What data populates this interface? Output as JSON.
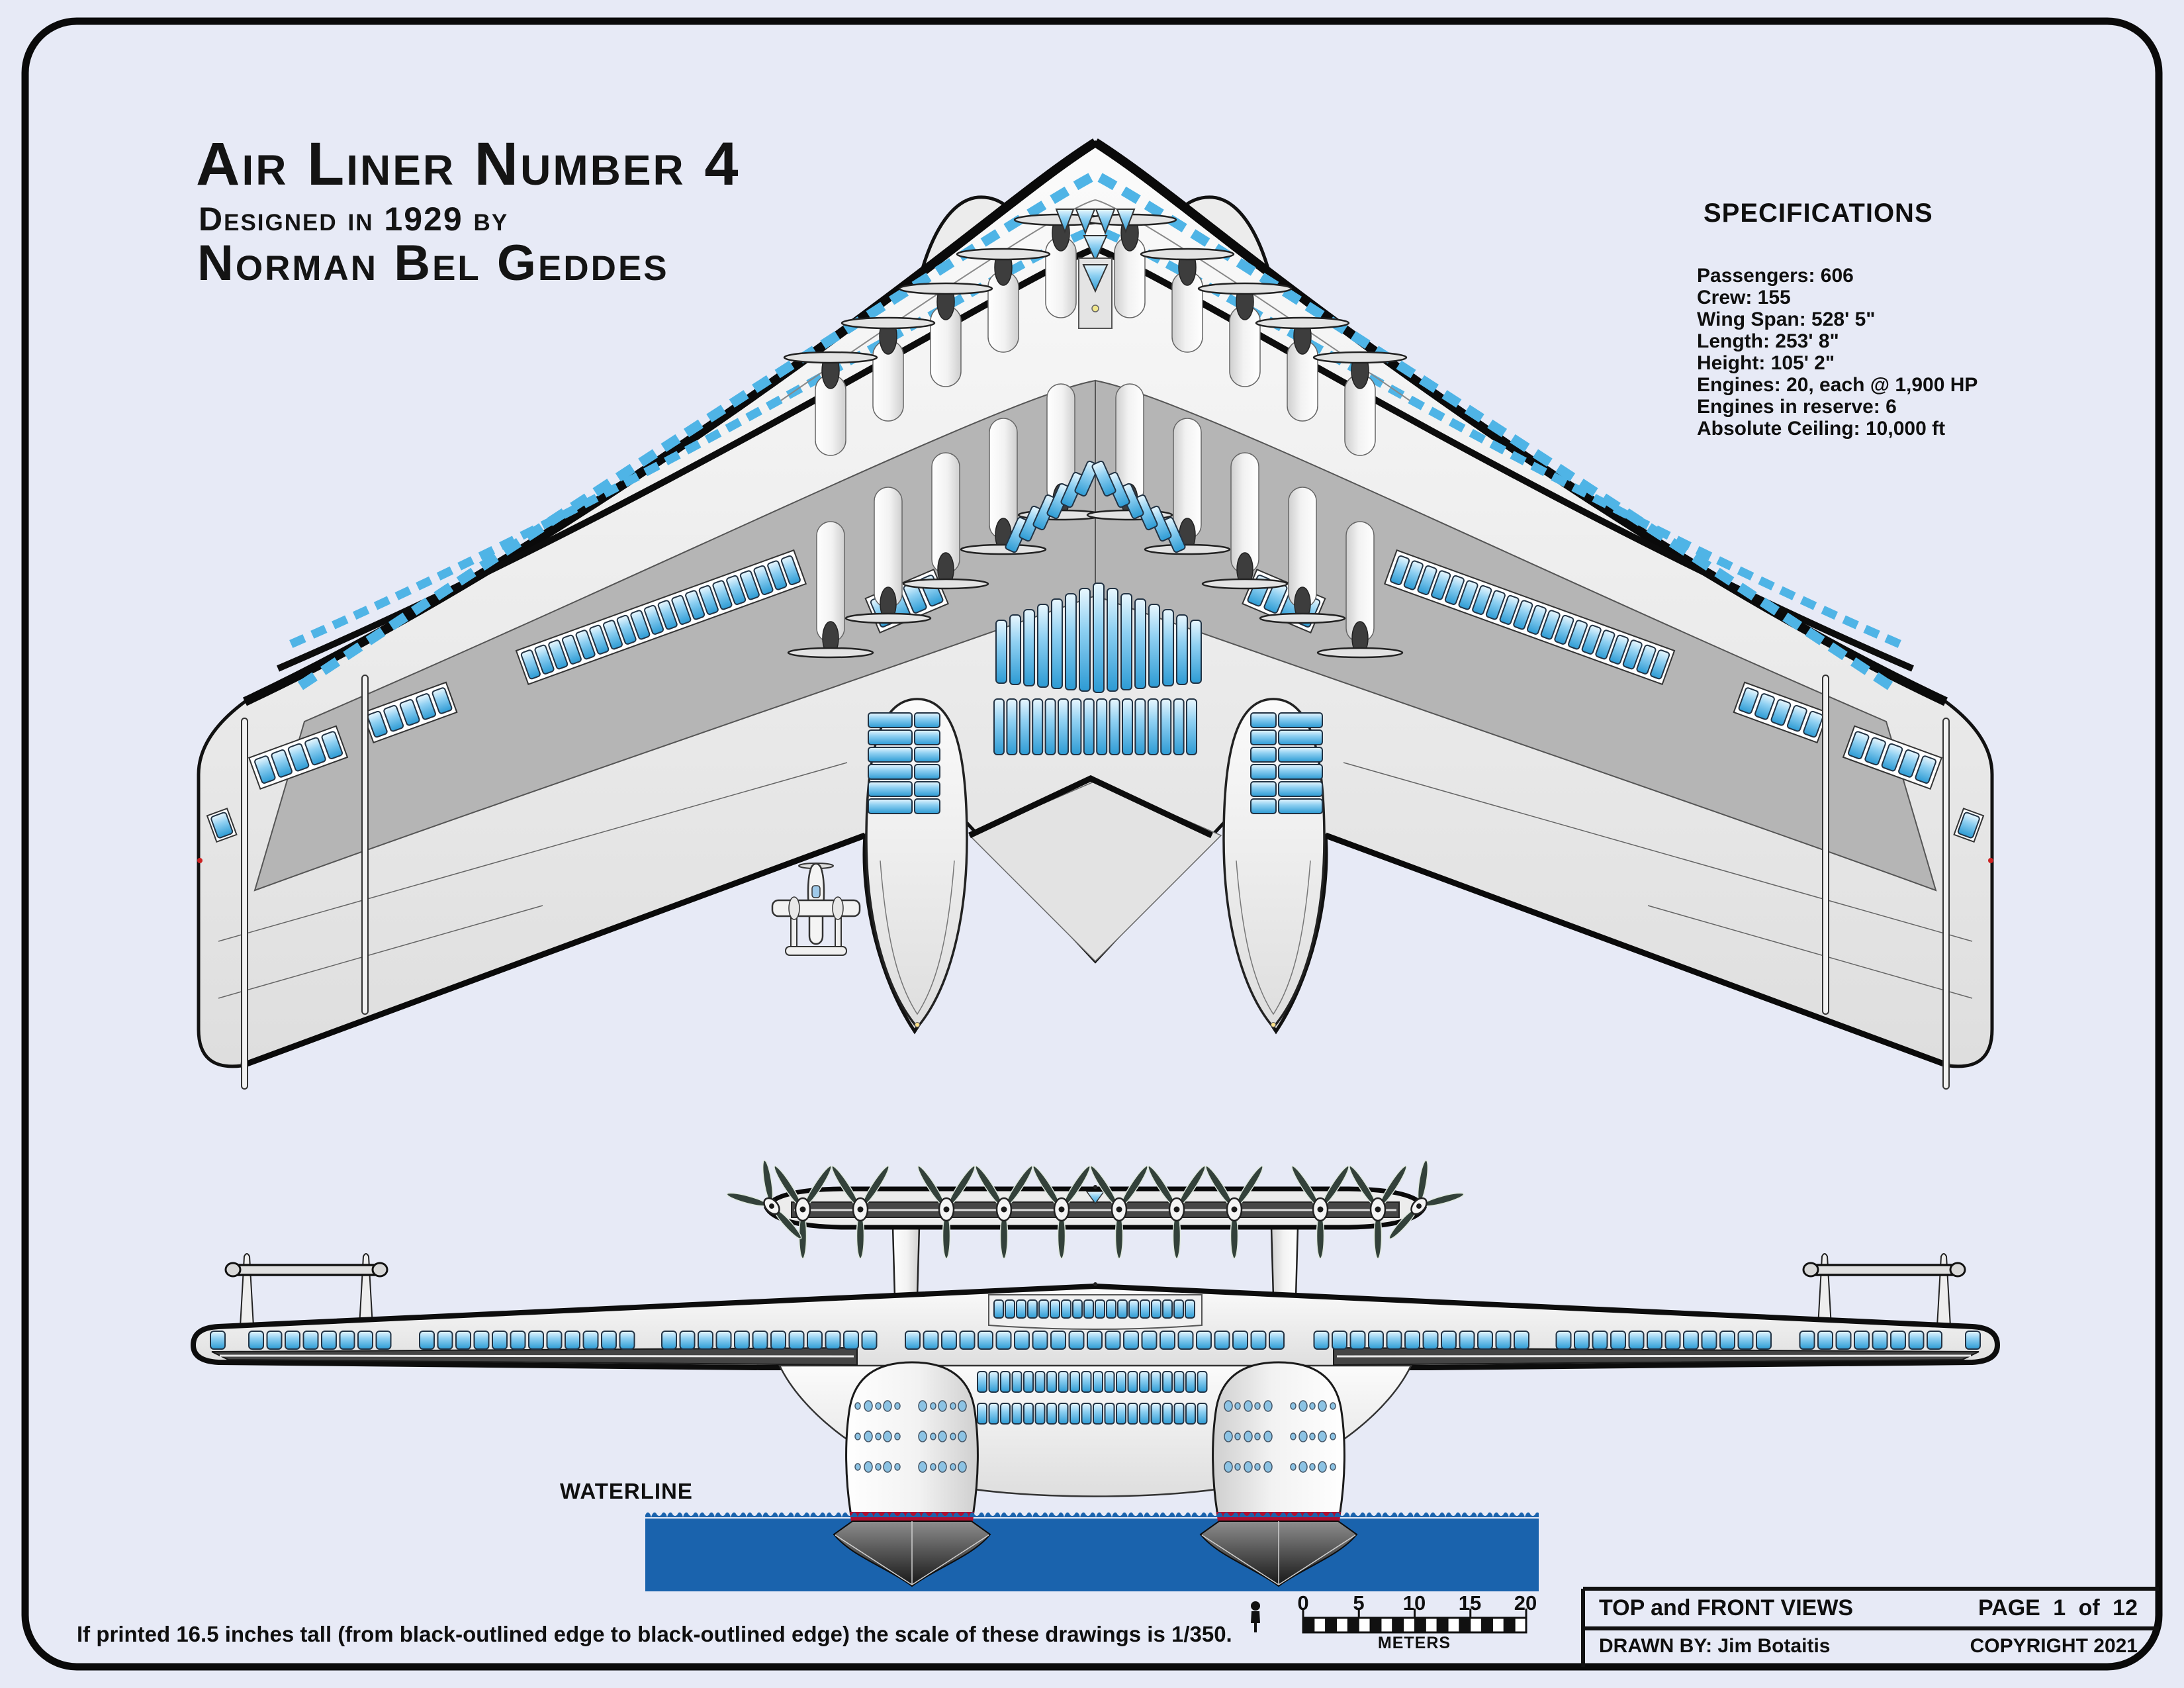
{
  "title": {
    "line1": "Air Liner Number 4",
    "line2": "Designed in 1929 by",
    "line3": "Norman Bel Geddes"
  },
  "specifications": {
    "heading": "SPECIFICATIONS",
    "items": [
      "Passengers: 606",
      "Crew: 155",
      "Wing Span: 528' 5\"",
      "Length: 253' 8\"",
      "Height: 105' 2\"",
      "Engines: 20, each @ 1,900 HP",
      "Engines in reserve: 6",
      "Absolute Ceiling: 10,000 ft"
    ]
  },
  "annotations": {
    "waterline": "WATERLINE",
    "scale_note": "If printed 16.5 inches tall (from black-outlined edge to black-outlined edge) the scale of these drawings is 1/350."
  },
  "scale_bar": {
    "ticks": [
      "0",
      "5",
      "10",
      "15",
      "20"
    ],
    "unit": "METERS"
  },
  "title_block": {
    "view_title": "TOP and FRONT VIEWS",
    "page_text": "PAGE 1 of 12",
    "drawn_by": "DRAWN BY: Jim Botaitis",
    "copyright": "COPYRIGHT 2021"
  },
  "colors": {
    "background": "#e7eaf6",
    "ink": "#0f0f0f",
    "window_blue": "#3fa8de",
    "water_blue": "#1a63ad",
    "hull_red": "#b01030",
    "deck_gray": "#b5b5b5"
  }
}
